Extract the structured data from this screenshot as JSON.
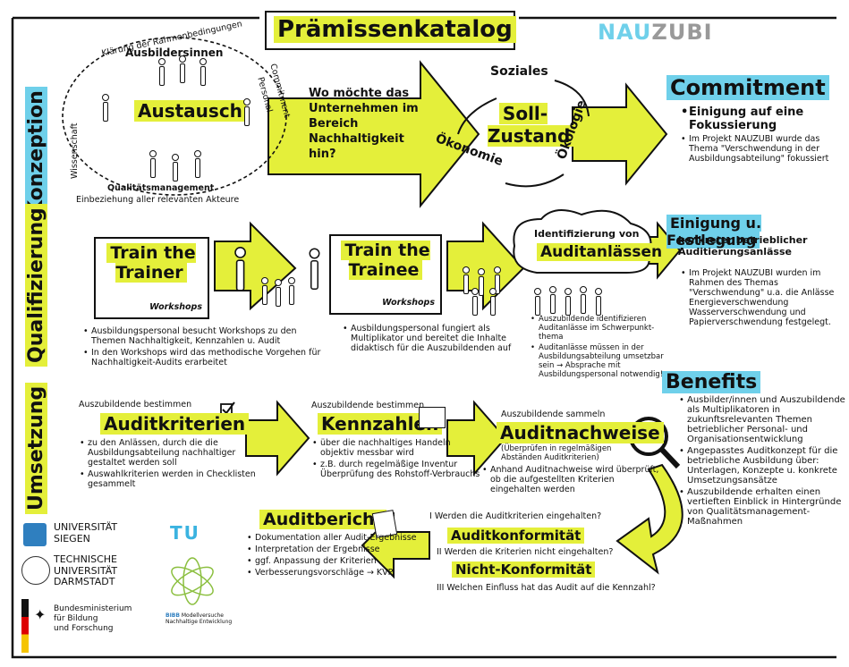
{
  "title": "Prämissenkatalog",
  "brand": {
    "part1": "NAU",
    "part2": "ZUBI"
  },
  "side": {
    "konzeption": "Konzeption",
    "qualifizierung": "Qualifizierung",
    "umsetzung": "Umsetzung"
  },
  "austausch": {
    "center": "Austausch",
    "ring": [
      "Klärung der Rahmenbedingungen",
      "Ausbildersinnen",
      "Commitment",
      "Personal",
      "Wissenschaft",
      "Qualitätsmanagement",
      "Einbeziehung aller relevanten Akteure"
    ]
  },
  "question": "Wo möchte das Unternehmen im Bereich Nachhaltigkeit hin?",
  "soll": {
    "center": "Soll-Zustand",
    "soziales": "Soziales",
    "oekonomie": "Ökonomie",
    "oekologie": "Ökologie"
  },
  "commitment": {
    "heading": "Commitment",
    "items": [
      "Einigung auf eine Fokussierung",
      "Im Projekt NAUZUBI wurde das Thema \"Verschwendung in der Ausbildungsabteilung\" fokussiert"
    ]
  },
  "train_trainer": {
    "title": "Train the Trainer",
    "sub": "Workshops",
    "items": [
      "Ausbildungspersonal besucht Workshops zu den Themen Nachhaltigkeit, Kennzahlen u. Audit",
      "In den Workshops wird das methodische Vorgehen für Nachhaltigkeit-Audits erarbeitet"
    ]
  },
  "train_trainee": {
    "title": "Train the Trainee",
    "sub": "Workshops",
    "items": [
      "Ausbildungspersonal fungiert als Multiplikator und bereitet die Inhalte didaktisch für die Auszubildenden auf"
    ]
  },
  "auditanlaesse": {
    "title1": "Identifizierung von",
    "title2": "Auditanlässen",
    "items": [
      "Auszubildende identifizieren Auditanlässe im Schwerpunkt-thema",
      "Auditanlässe müssen in der Ausbildungsabteilung umsetzbar sein → Absprache mit Ausbildungspersonal notwendig!"
    ]
  },
  "einigung": {
    "heading": "Einigung u. Festlegung",
    "sub": "konkreter betrieblicher Auditierungsanlässe",
    "items": [
      "Im Projekt NAUZUBI wurden im Rahmen des Themas \"Verschwendung\" u.a. die Anlässe Energieverschwendung Wasserverschwendung und Papierverschwendung festgelegt."
    ]
  },
  "auditkriterien": {
    "pre": "Auszubildende bestimmen",
    "title": "Auditkriterien",
    "items": [
      "zu den Anlässen, durch die die Ausbildungsabteilung nachhaltiger gestaltet werden soll",
      "Auswahlkriterien werden in Checklisten gesammelt"
    ]
  },
  "kennzahlen": {
    "pre": "Auszubildende bestimmen",
    "title": "Kennzahlen",
    "items": [
      "über die nachhaltiges Handeln objektiv messbar wird",
      "z.B. durch regelmäßige Inventur Überprüfung des Rohstoff-Verbrauchs"
    ]
  },
  "auditnachweise": {
    "pre": "Auszubildende sammeln",
    "title": "Auditnachweise",
    "sub": "(Überprüfen in regelmäßigen Abständen Auditkriterien)",
    "items": [
      "Anhand Auditnachweise wird überprüft, ob die aufgestellten Kriterien eingehalten werden"
    ]
  },
  "benefits": {
    "heading": "Benefits",
    "items": [
      "Ausbilder/innen und Auszubildende als Multiplikatoren in zukunftsrelevanten Themen betrieblicher Personal- und Organisationsentwicklung",
      "Angepasstes Auditkonzept für die betriebliche Ausbildung über: Unterlagen, Konzepte u. konkrete Umsetzungsansätze",
      "Auszubildende erhalten einen vertieften Einblick in Hintergründe von Qualitätsmanagement-Maßnahmen"
    ]
  },
  "auditbericht": {
    "title": "Auditbericht",
    "items": [
      "Dokumentation aller Audit-Ergebnisse",
      "Interpretation der Ergebnisse",
      "ggf. Anpassung der Kriterien",
      "Verbesserungsvorschläge → KVP"
    ]
  },
  "konformitaet": {
    "q1": "I Werden die Auditkriterien eingehalten?",
    "k": "Auditkonformität",
    "q2": "II Werden die Kriterien nicht eingehalten?",
    "nk": "Nicht-Konformität",
    "q3": "III Welchen Einfluss hat das Audit auf die Kennzahl?"
  },
  "logos": {
    "siegen": [
      "UNIVERSITÄT",
      "SIEGEN"
    ],
    "darmstadt": [
      "TECHNISCHE",
      "UNIVERSITÄT",
      "DARMSTADT"
    ],
    "tu": "TU",
    "bmbf": [
      "Bundesministerium",
      "für Bildung",
      "und Forschung"
    ],
    "bibb": [
      "BIBB",
      "Modellversuche",
      "Nachhaltige Entwicklung"
    ]
  },
  "colors": {
    "highlight": "#e4ef3a",
    "cyan": "#6fd0ea",
    "ink": "#111111",
    "uni_blue": "#2f7fbf",
    "tu_cyan": "#3bb3e0",
    "bibb_green": "#8bbf3f"
  }
}
